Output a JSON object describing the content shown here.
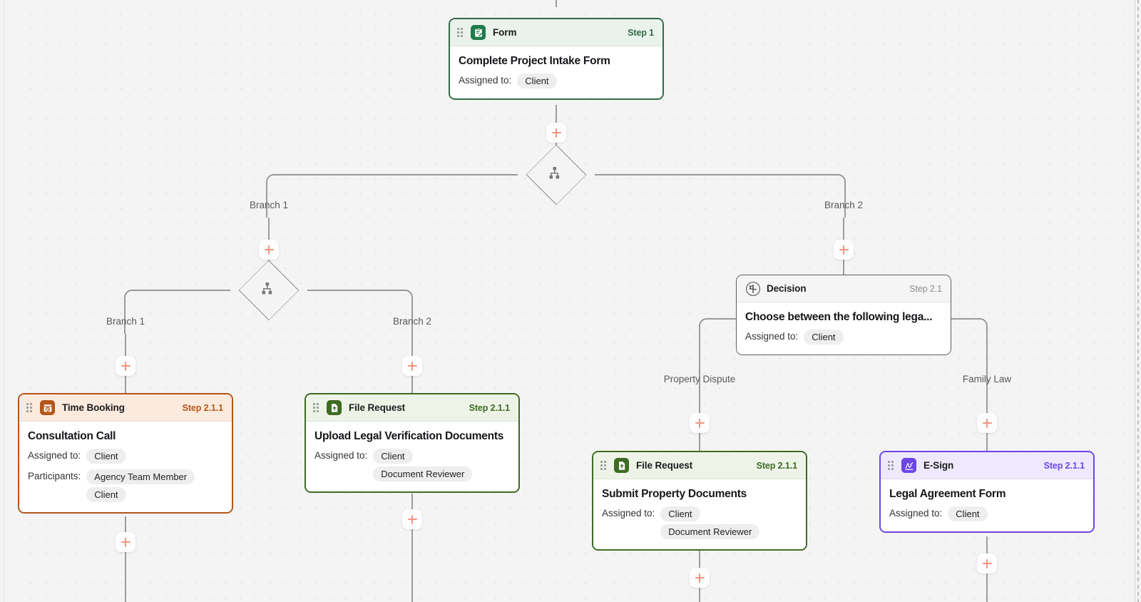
{
  "canvas": {
    "background_color": "#f4f4f4",
    "dot_color": "#e3e3e3",
    "accent_plus_color": "#f19481",
    "connector_color": "#8c8c8c"
  },
  "nodes": [
    {
      "id": "form-step-1",
      "type": "Form",
      "icon": "clipboard-pencil-icon",
      "step": "Step 1",
      "title": "Complete Project Intake Form",
      "assigned_label": "Assigned to:",
      "assignees": [
        "Client"
      ],
      "accent": "#2f6b46"
    },
    {
      "id": "decision-step-2-1",
      "type": "Decision",
      "icon": "signpost-icon",
      "step": "Step 2.1",
      "title": "Choose between the following lega...",
      "assigned_label": "Assigned to:",
      "assignees": [
        "Client"
      ],
      "accent": "#5f5f5f"
    },
    {
      "id": "time-booking-step-2-1-1",
      "type": "Time Booking",
      "icon": "calendar-clock-icon",
      "step": "Step 2.1.1",
      "title": "Consultation Call",
      "assigned_label": "Assigned to:",
      "assignees": [
        "Client"
      ],
      "participants_label": "Participants:",
      "participants": [
        "Agency Team Member",
        "Client"
      ],
      "accent": "#b4561a"
    },
    {
      "id": "file-request-upload-step-2-1-1",
      "type": "File Request",
      "icon": "file-upload-icon",
      "step": "Step 2.1.1",
      "title": "Upload Legal Verification Documents",
      "assigned_label": "Assigned to:",
      "assignees": [
        "Client",
        "Document Reviewer"
      ],
      "accent": "#3d6b22"
    },
    {
      "id": "file-request-submit-step-2-1-1",
      "type": "File Request",
      "icon": "file-upload-icon",
      "step": "Step 2.1.1",
      "title": "Submit Property Documents",
      "assigned_label": "Assigned to:",
      "assignees": [
        "Client",
        "Document Reviewer"
      ],
      "accent": "#3d6b22"
    },
    {
      "id": "esign-step-2-1-1",
      "type": "E-Sign",
      "icon": "signature-icon",
      "step": "Step 2.1.1",
      "title": "Legal Agreement Form",
      "assigned_label": "Assigned to:",
      "assignees": [
        "Client"
      ],
      "accent": "#6b46e5"
    }
  ],
  "branch_labels": [
    {
      "id": "top-branch-1",
      "text": "Branch 1"
    },
    {
      "id": "top-branch-2",
      "text": "Branch 2"
    },
    {
      "id": "left-branch-1",
      "text": "Branch 1"
    },
    {
      "id": "left-branch-2",
      "text": "Branch 2"
    },
    {
      "id": "property-dispute",
      "text": "Property Dispute"
    },
    {
      "id": "family-law",
      "text": "Family Law"
    }
  ],
  "add_buttons": [
    {
      "id": "add-after-form"
    },
    {
      "id": "add-branch-1"
    },
    {
      "id": "add-branch-2"
    },
    {
      "id": "add-left-branch-1"
    },
    {
      "id": "add-left-branch-2"
    },
    {
      "id": "add-property-dispute"
    },
    {
      "id": "add-family-law"
    },
    {
      "id": "add-after-time-booking"
    },
    {
      "id": "add-after-file-request"
    },
    {
      "id": "add-after-submit-property"
    },
    {
      "id": "add-after-esign"
    }
  ],
  "splitters": [
    {
      "id": "splitter-top",
      "icon": "branch-split-icon"
    },
    {
      "id": "splitter-left",
      "icon": "branch-split-icon"
    }
  ]
}
